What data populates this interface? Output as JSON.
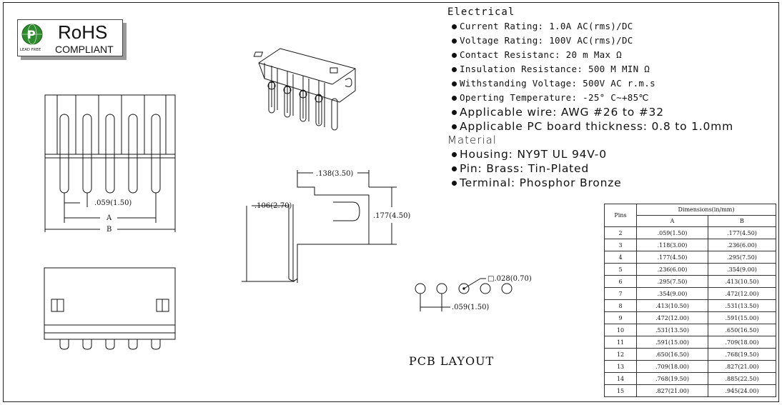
{
  "badge": {
    "title": "RoHS",
    "subtitle": "COMPLIANT",
    "logo_text": "LEAD FREE"
  },
  "spec": {
    "electrical_heading": "Electrical",
    "electrical": [
      "Current Rating: 1.0A AC(rms)/DC",
      "Voltage Rating: 100V AC(rms)/DC",
      "Contact Resistanc: 20 m Max Ω",
      "Insulation Resistance: 500 M  MIN Ω",
      "Withstanding Voltage: 500V AC r.m.s",
      "Operting Temperature: -25° C∼+85℃"
    ],
    "electrical_extra": [
      "Applicable wire: AWG #26 to #32",
      "Applicable PC board thickness: 0.8 to 1.0mm"
    ],
    "material_heading": "Material",
    "material": [
      "Housing: NY9T UL 94V-0",
      "Pin: Brass: Tin-Plated",
      "Terminal: Phosphor Bronze"
    ]
  },
  "drawing": {
    "front_pitch": ".059(1.50)",
    "dim_a": "A",
    "dim_b": "B",
    "side_138": ".138(3.50)",
    "side_106": ".106(2.70)",
    "side_177": ".177(4.50)",
    "pcb_hole": "□.028(0.70)",
    "pcb_pitch": ".059(1.50)",
    "pcb_title": "PCB LAYOUT"
  },
  "table": {
    "col_pins": "Pins",
    "col_dims": "Dimensions(in/mm)",
    "col_a": "A",
    "col_b": "B",
    "rows": [
      {
        "pins": "2",
        "a": ".059(1.50)",
        "b": ".177(4.50)"
      },
      {
        "pins": "3",
        "a": ".118(3.00)",
        "b": ".236(6.00)"
      },
      {
        "pins": "4",
        "a": ".177(4.50)",
        "b": ".295(7.50)"
      },
      {
        "pins": "5",
        "a": ".236(6.00)",
        "b": ".354(9.00)"
      },
      {
        "pins": "6",
        "a": ".295(7.50)",
        "b": ".413(10.50)"
      },
      {
        "pins": "7",
        "a": ".354(9.00)",
        "b": ".472(12.00)"
      },
      {
        "pins": "8",
        "a": ".413(10.50)",
        "b": ".531(13.50)"
      },
      {
        "pins": "9",
        "a": ".472(12.00)",
        "b": ".591(15.00)"
      },
      {
        "pins": "10",
        "a": ".531(13.50)",
        "b": ".650(16.50)"
      },
      {
        "pins": "11",
        "a": ".591(15.00)",
        "b": ".709(18.00)"
      },
      {
        "pins": "12",
        "a": ".650(16.50)",
        "b": ".768(19.50)"
      },
      {
        "pins": "13",
        "a": ".709(18.00)",
        "b": ".827(21.00)"
      },
      {
        "pins": "14",
        "a": ".768(19.50)",
        "b": ".885(22.50)"
      },
      {
        "pins": "15",
        "a": ".827(21.00)",
        "b": ".945(24.00)"
      }
    ]
  },
  "colors": {
    "ink": "#111111",
    "logo_green": "#2e8b2e",
    "badge_shadow": "#9a9a9a"
  }
}
